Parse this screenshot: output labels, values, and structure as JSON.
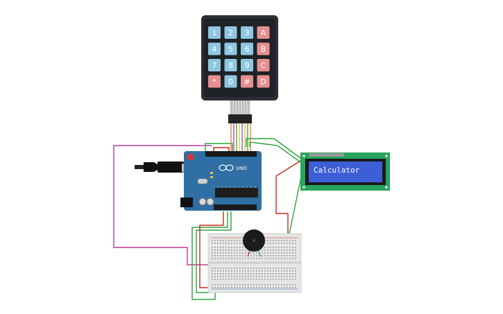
{
  "keypad": {
    "keys": [
      {
        "label": "1",
        "kind": "num"
      },
      {
        "label": "2",
        "kind": "num"
      },
      {
        "label": "3",
        "kind": "num"
      },
      {
        "label": "A",
        "kind": "fn"
      },
      {
        "label": "4",
        "kind": "num"
      },
      {
        "label": "5",
        "kind": "num"
      },
      {
        "label": "6",
        "kind": "num"
      },
      {
        "label": "B",
        "kind": "fn"
      },
      {
        "label": "7",
        "kind": "num"
      },
      {
        "label": "8",
        "kind": "num"
      },
      {
        "label": "9",
        "kind": "num"
      },
      {
        "label": "C",
        "kind": "fn"
      },
      {
        "label": "*",
        "kind": "fn"
      },
      {
        "label": "0",
        "kind": "num"
      },
      {
        "label": "#",
        "kind": "fn"
      },
      {
        "label": "D",
        "kind": "fn"
      }
    ]
  },
  "arduino": {
    "board_label": "UNO"
  },
  "lcd": {
    "text": "Calculator"
  },
  "colors": {
    "num_key": "#8ec7e0",
    "fn_key": "#e58f92",
    "keypad_body": "#2b2f33",
    "arduino_board": "#2f6fa3",
    "lcd_board": "#27a35c",
    "lcd_screen": "#3d5fd6",
    "wire_green": "#2aa33a",
    "wire_red": "#c8261f",
    "wire_magenta": "#b83a9a",
    "breadboard": "#e6e6e6"
  }
}
